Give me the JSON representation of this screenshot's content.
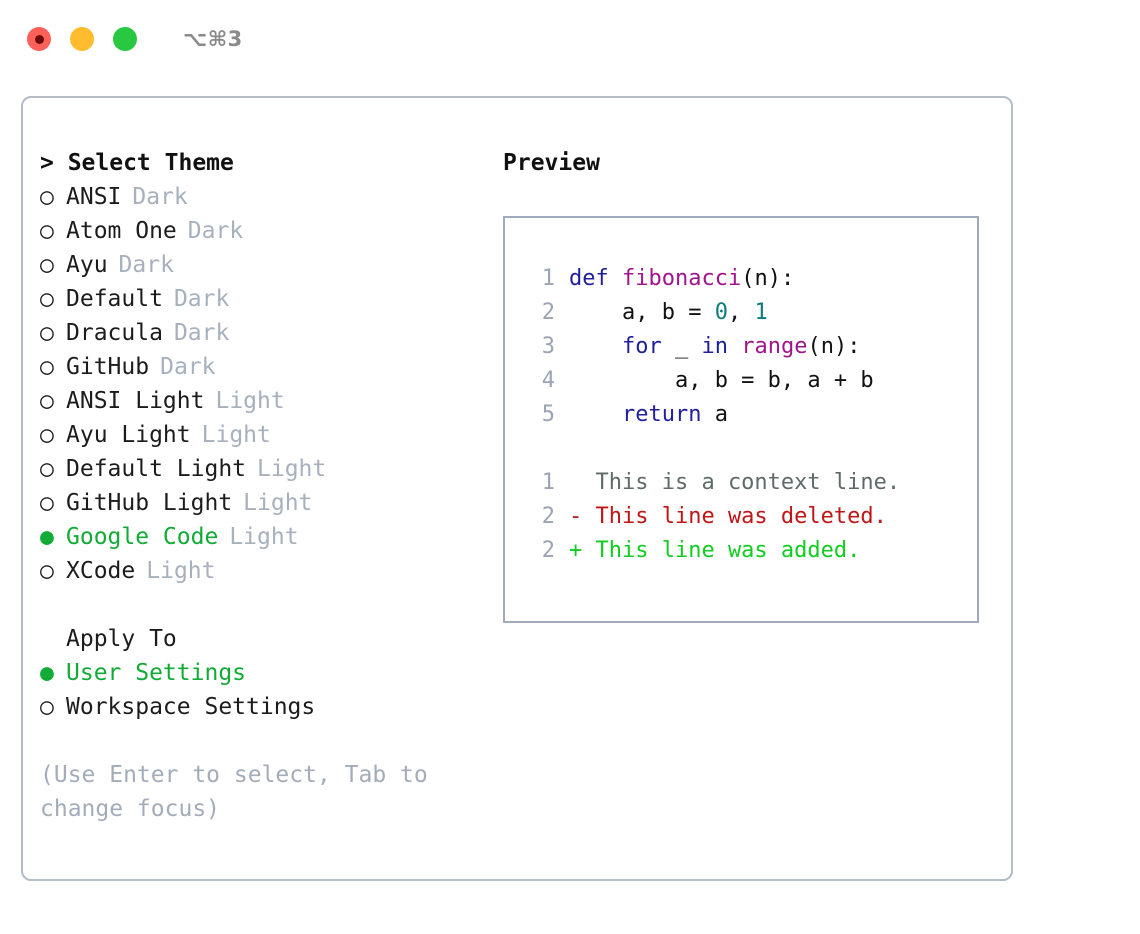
{
  "titlebar": {
    "traffic_lights": [
      {
        "name": "close-button",
        "color": "#ff6159"
      },
      {
        "name": "minimize-button",
        "color": "#febc2e"
      },
      {
        "name": "maximize-button",
        "color": "#28c840"
      }
    ],
    "shortcut": "⌥⌘3"
  },
  "theme_picker": {
    "header": "> Select Theme",
    "options": [
      {
        "bullet": "○",
        "name": "ANSI",
        "kind": "Dark",
        "selected": false
      },
      {
        "bullet": "○",
        "name": "Atom One",
        "kind": "Dark",
        "selected": false
      },
      {
        "bullet": "○",
        "name": "Ayu",
        "kind": "Dark",
        "selected": false
      },
      {
        "bullet": "○",
        "name": "Default",
        "kind": "Dark",
        "selected": false
      },
      {
        "bullet": "○",
        "name": "Dracula",
        "kind": "Dark",
        "selected": false
      },
      {
        "bullet": "○",
        "name": "GitHub",
        "kind": "Dark",
        "selected": false
      },
      {
        "bullet": "○",
        "name": "ANSI Light",
        "kind": "Light",
        "selected": false
      },
      {
        "bullet": "○",
        "name": "Ayu Light",
        "kind": "Light",
        "selected": false
      },
      {
        "bullet": "○",
        "name": "Default Light",
        "kind": "Light",
        "selected": false
      },
      {
        "bullet": "○",
        "name": "GitHub Light",
        "kind": "Light",
        "selected": false
      },
      {
        "bullet": "●",
        "name": "Google Code",
        "kind": "Light",
        "selected": true
      },
      {
        "bullet": "○",
        "name": "XCode",
        "kind": "Light",
        "selected": false
      }
    ]
  },
  "apply_to": {
    "header": "Apply To",
    "options": [
      {
        "bullet": "●",
        "name": "User Settings",
        "kind": "",
        "selected": true
      },
      {
        "bullet": "○",
        "name": "Workspace Settings",
        "kind": "",
        "selected": false
      }
    ]
  },
  "hint": "(Use Enter to select, Tab to change focus)",
  "preview": {
    "title": "Preview",
    "code_lines": [
      {
        "no": "1",
        "tokens": [
          {
            "t": "def ",
            "c": "kw"
          },
          {
            "t": "fibonacci",
            "c": "fn"
          },
          {
            "t": "(n):",
            "c": "pl"
          }
        ]
      },
      {
        "no": "2",
        "tokens": [
          {
            "t": "    a, b = ",
            "c": "pl"
          },
          {
            "t": "0",
            "c": "num"
          },
          {
            "t": ", ",
            "c": "pl"
          },
          {
            "t": "1",
            "c": "num"
          }
        ]
      },
      {
        "no": "3",
        "tokens": [
          {
            "t": "    ",
            "c": "pl"
          },
          {
            "t": "for",
            "c": "kw"
          },
          {
            "t": " _ ",
            "c": "pl"
          },
          {
            "t": "in",
            "c": "kw"
          },
          {
            "t": " ",
            "c": "pl"
          },
          {
            "t": "range",
            "c": "fn"
          },
          {
            "t": "(n):",
            "c": "pl"
          }
        ]
      },
      {
        "no": "4",
        "tokens": [
          {
            "t": "        a, b = b, a + b",
            "c": "pl"
          }
        ]
      },
      {
        "no": "5",
        "tokens": [
          {
            "t": "    ",
            "c": "pl"
          },
          {
            "t": "return",
            "c": "kw"
          },
          {
            "t": " a",
            "c": "pl"
          }
        ]
      }
    ],
    "diff_lines": [
      {
        "no": "1",
        "marker": " ",
        "text": " This is a context line.",
        "kind": "context"
      },
      {
        "no": "2",
        "marker": "-",
        "text": " This line was deleted.",
        "kind": "del"
      },
      {
        "no": "2",
        "marker": "+",
        "text": " This line was added.",
        "kind": "add"
      }
    ]
  },
  "colors": {
    "panel_border": "#b4bcc8",
    "preview_border": "#9fabbb",
    "selected_green": "#12ab36",
    "muted_gray": "#a7b0bd",
    "keyword_blue": "#1f1f9e",
    "function_magenta": "#a0158e",
    "number_teal": "#0e7c7c",
    "diff_added": "#12cc22",
    "diff_deleted": "#c01616"
  }
}
